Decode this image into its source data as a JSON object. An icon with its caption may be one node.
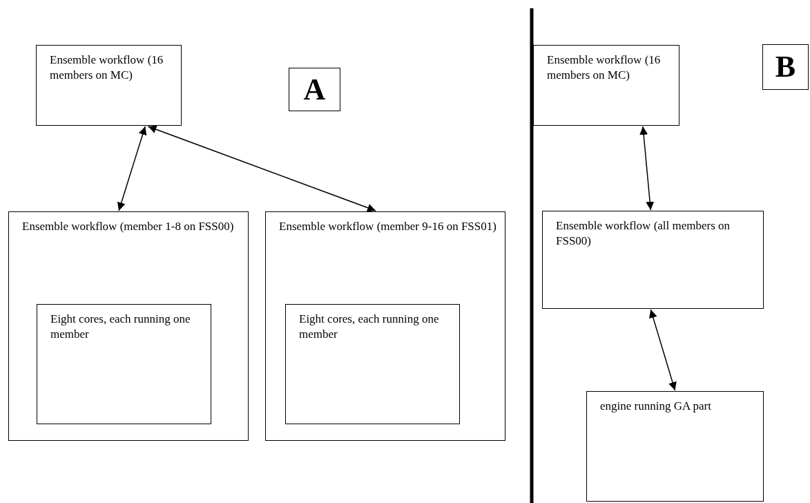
{
  "diagram": {
    "nodes": [
      {
        "text": [
          "Ensemble workflow (16 members on MC)"
        ]
      },
      {
        "text": [
          "A"
        ]
      },
      {
        "text": [
          "Ensemble workflow (member 1-8 on FSS00)"
        ]
      },
      {
        "text": [
          "Eight cores, each running one member"
        ],
        "in": 2
      },
      {
        "text": [
          "Ensemble workflow (member 9-16 on FSS01)"
        ]
      },
      {
        "text": [
          "Eight cores, each running one member"
        ],
        "in": 4
      },
      {
        "text": [
          "Ensemble workflow (16 members on MC)"
        ]
      },
      {
        "text": [
          "B"
        ]
      },
      {
        "text": [
          "Ensemble workflow (all members on FSS00)"
        ]
      },
      {
        "text": [
          "engine running GA part"
        ]
      }
    ],
    "edges": [
      {
        "from": 0,
        "to": 2,
        "arrow": "both"
      },
      {
        "from": 0,
        "to": 4,
        "arrow": "both"
      },
      {
        "from": 6,
        "to": 8,
        "arrow": "both"
      },
      {
        "from": 8,
        "to": 9,
        "arrow": "both"
      }
    ]
  }
}
